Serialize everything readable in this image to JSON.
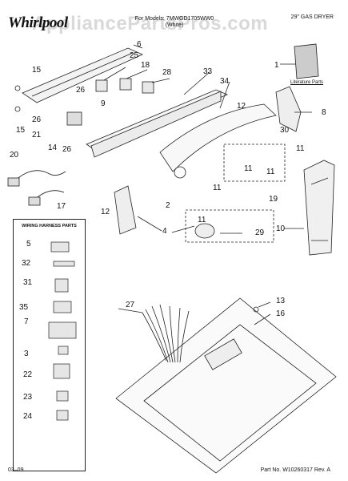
{
  "header": {
    "brand": "Whirlpool",
    "title": "For Models: 7MWGD1705WW0",
    "variant": "(White)",
    "product": "29\" GAS DRYER",
    "watermark": "AppliancePartsPros.com"
  },
  "literature_label": "Literature Parts",
  "wiring_box_title": "WIRING HARNESS PARTS",
  "callouts": {
    "c1": "1",
    "c2": "2",
    "c3": "3",
    "c4": "4",
    "c5": "5",
    "c6": "6",
    "c7": "7",
    "c8": "8",
    "c9": "9",
    "c10": "10",
    "c11a": "11",
    "c11b": "11",
    "c11c": "11",
    "c11d": "11",
    "c11e": "11",
    "c12a": "12",
    "c12b": "12",
    "c13": "13",
    "c14": "14",
    "c15a": "15",
    "c15b": "15",
    "c16": "16",
    "c17": "17",
    "c18": "18",
    "c19": "19",
    "c20": "20",
    "c21": "21",
    "c22": "22",
    "c23": "23",
    "c24": "24",
    "c25": "25",
    "c26a": "26",
    "c26b": "26",
    "c26c": "26",
    "c27": "27",
    "c28": "28",
    "c29": "29",
    "c30": "30",
    "c31": "31",
    "c32": "32",
    "c33": "33",
    "c34": "34",
    "c35": "35"
  },
  "footer": {
    "date": "03–09",
    "part_no": "Part No. W10260317 Rev. A"
  }
}
